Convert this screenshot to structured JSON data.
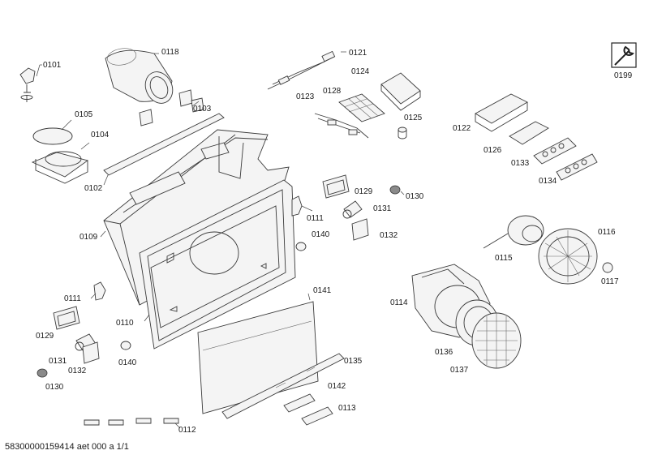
{
  "labels": {
    "p0101": "0101",
    "p0118": "0118",
    "p0121": "0121",
    "p0124": "0124",
    "p0128": "0128",
    "p0123": "0123",
    "p0125": "0125",
    "p0105": "0105",
    "p0104": "0104",
    "p0103": "0103",
    "p0102": "0102",
    "p0122": "0122",
    "p0126": "0126",
    "p0133": "0133",
    "p0134": "0134",
    "p0199": "0199",
    "p0129a": "0129",
    "p0130a": "0130",
    "p0111a": "0111",
    "p0131a": "0131",
    "p0109": "0109",
    "p0140a": "0140",
    "p0132a": "0132",
    "p0116": "0116",
    "p0115": "0115",
    "p0117": "0117",
    "p0141": "0141",
    "p0114": "0114",
    "p0111b": "0111",
    "p0129b": "0129",
    "p0110": "0110",
    "p0131b": "0131",
    "p0132b": "0132",
    "p0140b": "0140",
    "p0130b": "0130",
    "p0135": "0135",
    "p0136": "0136",
    "p0137": "0137",
    "p0142": "0142",
    "p0113": "0113",
    "p0112": "0112"
  },
  "footer": "58300000159414 aet 000 a 1/1",
  "service_icon": "wrench-icon"
}
